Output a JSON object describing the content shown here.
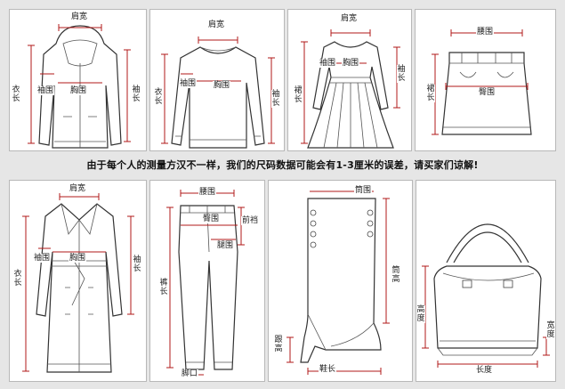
{
  "notice": "由于每个人的测量方汉不一样，我们的尺码数据可能会有1-3厘米的误差，请买家们谅解!",
  "jacket": {
    "shoulder": "肩宽",
    "sleeve_arm": "袖围",
    "chest": "胸围",
    "length": "衣长",
    "sleeve": "袖长"
  },
  "sweater": {
    "shoulder": "肩宽",
    "sleeve_arm": "袖围",
    "chest": "胸围",
    "length": "衣长",
    "sleeve": "袖长"
  },
  "dress": {
    "shoulder": "肩宽",
    "sleeve_arm": "袖围",
    "chest": "胸围",
    "length": "裙长",
    "sleeve": "袖长"
  },
  "skirt": {
    "waist": "腰围",
    "hip": "臀围",
    "length": "裙长"
  },
  "coat": {
    "shoulder": "肩宽",
    "sleeve_arm": "袖围",
    "chest": "胸围",
    "length": "衣长",
    "sleeve": "袖长"
  },
  "pants": {
    "waist": "腰围",
    "hip": "臀围",
    "rise": "前裆",
    "thigh": "腿围",
    "length": "裤长",
    "hem": "脚口"
  },
  "boot": {
    "shaft_circ": "筒围",
    "shaft_height": "筒高",
    "heel": "跟高",
    "sole": "鞋长"
  },
  "bag": {
    "height": "高度",
    "width": "宽度",
    "length": "长度"
  }
}
